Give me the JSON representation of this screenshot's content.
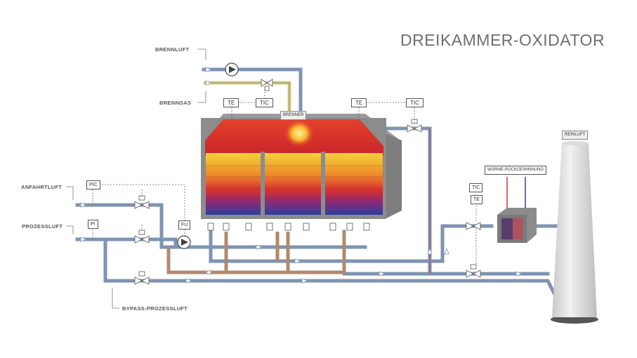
{
  "title": "DREIKAMMER-OXIDATOR",
  "labels": {
    "brennluft": "BRENNLUFT",
    "brenngas": "BRENNGAS",
    "anfahrtluft": "ANFAHRTLUFT",
    "prozessluft": "PROZESSLUFT",
    "bypass": "BYPASS-PROZESSLUFT",
    "brenner": "BRENNER",
    "reinluft": "REINLUFT",
    "waermerueck": "WÄRME-RÜCKGEWINNUNG"
  },
  "instruments": {
    "te_left": "TE",
    "tic_left": "TIC",
    "te_right": "TE",
    "tic_right": "TIC",
    "pic": "PIC",
    "pi": "PI",
    "fu": "FU",
    "tic_wr": "TIC",
    "te_wr": "TE"
  },
  "colors": {
    "pipe_blue": "#7f93b3",
    "pipe_brown": "#b28a6b",
    "pipe_gas": "#d9cf8a",
    "flame": "#f2a12b",
    "chamber_hot": "#e2352a",
    "chamber_cold": "#2b3f9a",
    "housing": "#8c8c8c"
  }
}
